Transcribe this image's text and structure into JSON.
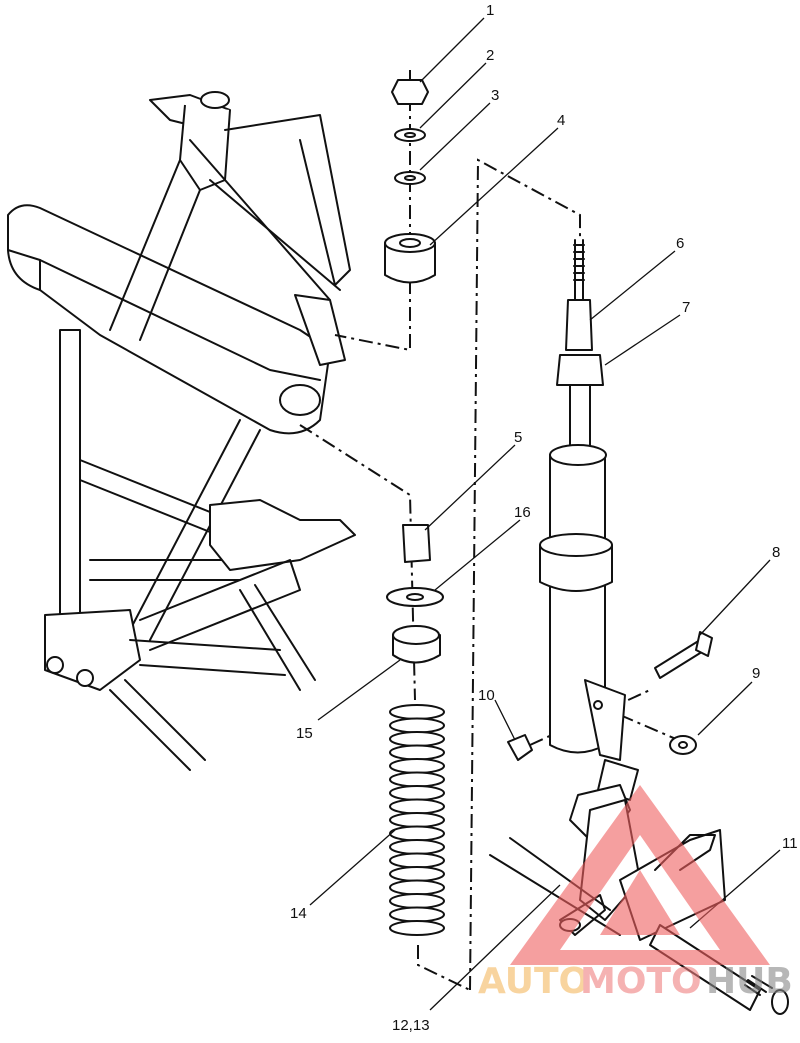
{
  "title": "Rear suspension exploded parts diagram",
  "callouts": [
    "1",
    "2",
    "3",
    "4",
    "5",
    "6",
    "7",
    "8",
    "9",
    "10",
    "11",
    "12,13",
    "14",
    "15",
    "16"
  ],
  "watermark": {
    "parts": [
      "AUTO",
      "MOTO",
      "HUB"
    ],
    "colors": {
      "auto": "#f5b860",
      "moto": "#f08080",
      "hub": "#888888",
      "triangle": "#f06060"
    }
  }
}
